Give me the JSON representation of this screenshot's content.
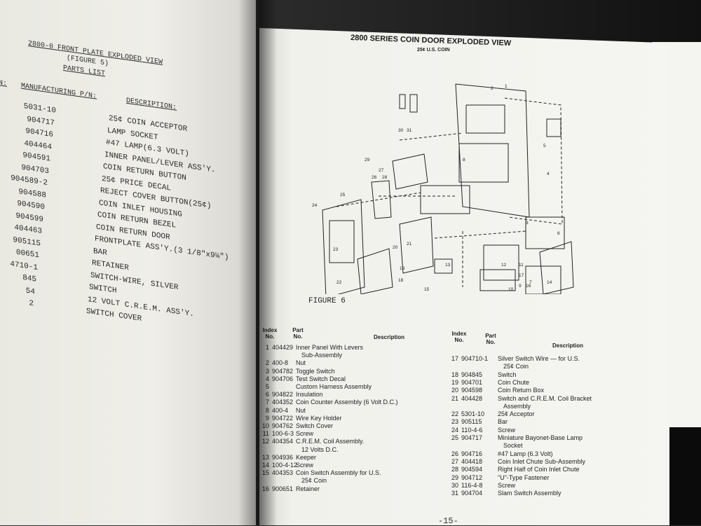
{
  "left_page": {
    "title": "2800-0 FRONT PLATE EXPLODED VIEW",
    "figure": "(FIGURE 5)",
    "parts_heading": "PARTS LIST",
    "col_index_fragment": "N:",
    "col_part": "MANUFACTURING P/N:",
    "col_desc": "DESCRIPTION:",
    "rows": [
      {
        "pn": "5031-10",
        "desc": "25¢ COIN ACCEPTOR"
      },
      {
        "pn": "904717",
        "desc": "LAMP SOCKET"
      },
      {
        "pn": "904716",
        "desc": "#47 LAMP(6.3 VOLT)"
      },
      {
        "pn": "404464",
        "desc": "INNER PANEL/LEVER ASS'Y."
      },
      {
        "pn": "904591",
        "desc": "COIN RETURN BUTTON"
      },
      {
        "pn": "904703",
        "desc": "25¢ PRICE DECAL"
      },
      {
        "pn": "904589-2",
        "desc": "REJECT COVER BUTTON(25¢)"
      },
      {
        "pn": "904588",
        "desc": "COIN INLET HOUSING"
      },
      {
        "pn": "904590",
        "desc": "COIN RETURN BEZEL"
      },
      {
        "pn": "904599",
        "desc": "COIN RETURN DOOR"
      },
      {
        "pn": "404463",
        "desc": "FRONTPLATE ASS'Y.(3 1/8\"x9¼\")"
      },
      {
        "pn": "905115",
        "desc": "BAR"
      },
      {
        "pn": "00651",
        "desc": "RETAINER"
      },
      {
        "pn": "4710-1",
        "desc": "SWITCH-WIRE, SILVER"
      },
      {
        "pn": "845",
        "desc": "SWITCH"
      },
      {
        "pn": "54",
        "desc": "12 VOLT C.R.E.M. ASS'Y."
      },
      {
        "pn": "2",
        "desc": "SWITCH COVER"
      }
    ]
  },
  "right_page": {
    "title": "2800 SERIES COIN DOOR EXPLODED VIEW",
    "subtitle": "25¢ U.S. COIN",
    "figure_label": "FIGURE 6",
    "page_number": "-15-",
    "headers": {
      "index": "Index No.",
      "part": "Part No.",
      "description": "Description"
    },
    "callouts": [
      "1",
      "2",
      "3",
      "4",
      "5",
      "6",
      "7",
      "8",
      "9",
      "10",
      "11",
      "12",
      "13",
      "14",
      "15",
      "16",
      "17",
      "18",
      "19",
      "20",
      "21",
      "22",
      "23",
      "24",
      "25",
      "26",
      "27",
      "28",
      "29",
      "30",
      "31"
    ],
    "parts_left": [
      {
        "index": "1",
        "part": "404429",
        "desc": "Inner Panel With Levers",
        "desc2": "Sub-Assembly"
      },
      {
        "index": "2",
        "part": "400-8",
        "desc": "Nut"
      },
      {
        "index": "3",
        "part": "904782",
        "desc": "Toggle Switch"
      },
      {
        "index": "4",
        "part": "904706",
        "desc": "Test Switch Decal"
      },
      {
        "index": "5",
        "part": "",
        "desc": "Custom Harness Assembly"
      },
      {
        "index": "6",
        "part": "904822",
        "desc": "Insulation"
      },
      {
        "index": "7",
        "part": "404352",
        "desc": "Coin Counter Assembly (6 Volt D.C.)"
      },
      {
        "index": "8",
        "part": "400-4",
        "desc": "Nut"
      },
      {
        "index": "9",
        "part": "904722",
        "desc": "Wire Key Holder"
      },
      {
        "index": "10",
        "part": "904762",
        "desc": "Switch Cover"
      },
      {
        "index": "11",
        "part": "100-6-3",
        "desc": "Screw"
      },
      {
        "index": "12",
        "part": "404354",
        "desc": "C.R.E.M. Coil Assembly.",
        "desc2": "12 Volts D.C."
      },
      {
        "index": "13",
        "part": "904936",
        "desc": "Keeper"
      },
      {
        "index": "14",
        "part": "100-4-12",
        "desc": "Screw"
      },
      {
        "index": "15",
        "part": "404353",
        "desc": "Coin Switch Assembly for U.S.",
        "desc2": "25¢ Coin"
      },
      {
        "index": "16",
        "part": "900651",
        "desc": "Retainer"
      }
    ],
    "parts_right": [
      {
        "index": "17",
        "part": "904710-1",
        "desc": "Silver Switch Wire — for U.S.",
        "desc2": "25¢ Coin"
      },
      {
        "index": "18",
        "part": "904845",
        "desc": "Switch"
      },
      {
        "index": "19",
        "part": "904701",
        "desc": "Coin Chute"
      },
      {
        "index": "20",
        "part": "904598",
        "desc": "Coin Return Box"
      },
      {
        "index": "21",
        "part": "404428",
        "desc": "Switch and C.R.E.M. Coil Bracket",
        "desc2": "Assembly"
      },
      {
        "index": "22",
        "part": "5301-10",
        "desc": "25¢ Acceptor"
      },
      {
        "index": "23",
        "part": "905115",
        "desc": "Bar"
      },
      {
        "index": "24",
        "part": "110-4-6",
        "desc": "Screw"
      },
      {
        "index": "25",
        "part": "904717",
        "desc": "Miniature Bayonet-Base Lamp",
        "desc2": "Socket"
      },
      {
        "index": "26",
        "part": "904716",
        "desc": "#47 Lamp (6.3 Volt)"
      },
      {
        "index": "27",
        "part": "404418",
        "desc": "Coin Inlet Chute Sub-Assembly"
      },
      {
        "index": "28",
        "part": "904594",
        "desc": "Right Half of Coin Inlet Chute"
      },
      {
        "index": "29",
        "part": "904712",
        "desc": "\"U\"-Type Fastener"
      },
      {
        "index": "30",
        "part": "116-4-8",
        "desc": "Screw"
      },
      {
        "index": "31",
        "part": "904704",
        "desc": "Slam Switch Assembly"
      }
    ]
  }
}
